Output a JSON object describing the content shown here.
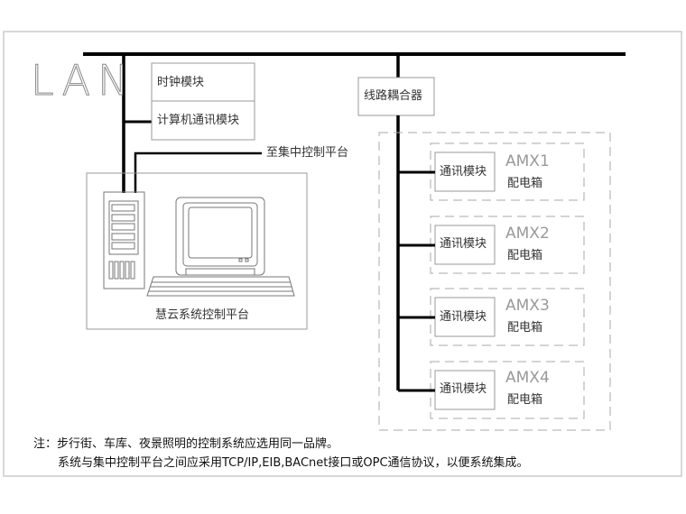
{
  "lan_label": "LAN",
  "modules": {
    "clock": "时钟模块",
    "comm": "计算机通讯模块"
  },
  "to_central": "至集中控制平台",
  "platform_label": "慧云系统控制平台",
  "coupler_label": "线路耦合器",
  "boxes": [
    {
      "module": "通讯模块",
      "name": "AMX1",
      "type": "配电箱"
    },
    {
      "module": "通讯模块",
      "name": "AMX2",
      "type": "配电箱"
    },
    {
      "module": "通讯模块",
      "name": "AMX3",
      "type": "配电箱"
    },
    {
      "module": "通讯模块",
      "name": "AMX4",
      "type": "配电箱"
    }
  ],
  "notes": [
    "注：步行街、车库、夜景照明的控制系统应选用同一品牌。",
    "系统与集中控制平台之间应采用TCP/IP,EIB,BACnet接口或OPC通信协议，以便系统集成。"
  ]
}
